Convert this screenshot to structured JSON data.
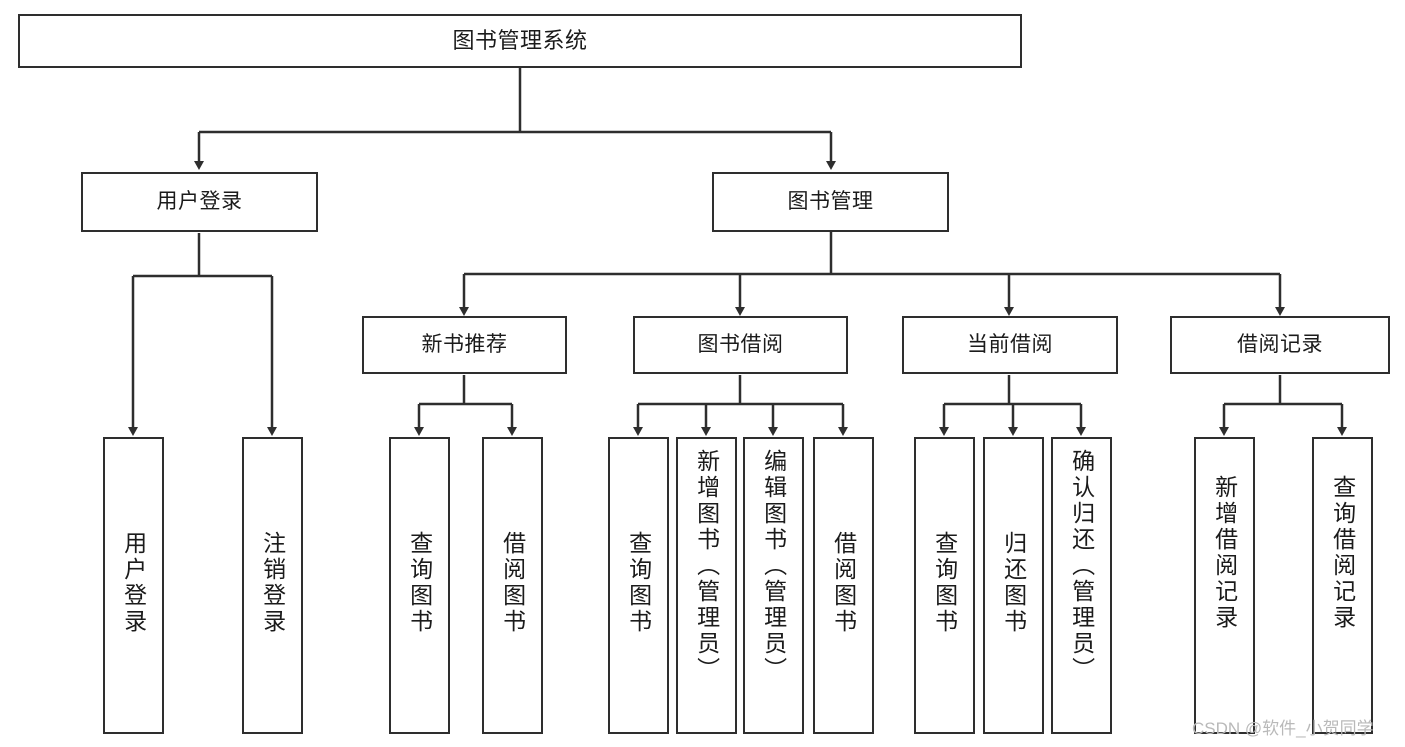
{
  "diagram": {
    "title": "图书管理系统",
    "type": "tree",
    "line_color": "#2e2e2e",
    "box_fill": "#ffffff",
    "text_color": "#1b1b1b"
  },
  "nodes": {
    "root": {
      "label": "图书管理系统"
    },
    "level2": {
      "user_login": {
        "label": "用户登录"
      },
      "book_manage": {
        "label": "图书管理"
      }
    },
    "level3": {
      "new_book_rec": {
        "label": "新书推荐"
      },
      "book_borrow": {
        "label": "图书借阅"
      },
      "current_borrow": {
        "label": "当前借阅"
      },
      "borrow_record": {
        "label": "借阅记录"
      }
    },
    "leaves": {
      "login_1": {
        "label": "用户登录"
      },
      "login_2": {
        "label": "注销登录"
      },
      "rec_1": {
        "label": "查询图书"
      },
      "rec_2": {
        "label": "借阅图书"
      },
      "borrow_1": {
        "label": "查询图书"
      },
      "borrow_2": {
        "label": "新增图书（管理员）"
      },
      "borrow_3": {
        "label": "编辑图书（管理员）"
      },
      "borrow_4": {
        "label": "借阅图书"
      },
      "current_1": {
        "label": "查询图书"
      },
      "current_2": {
        "label": "归还图书"
      },
      "current_3": {
        "label": "确认归还（管理员）"
      },
      "record_1": {
        "label": "新增借阅记录"
      },
      "record_2": {
        "label": "查询借阅记录"
      }
    }
  },
  "watermark": {
    "text": "CSDN @软件_小贺同学"
  }
}
